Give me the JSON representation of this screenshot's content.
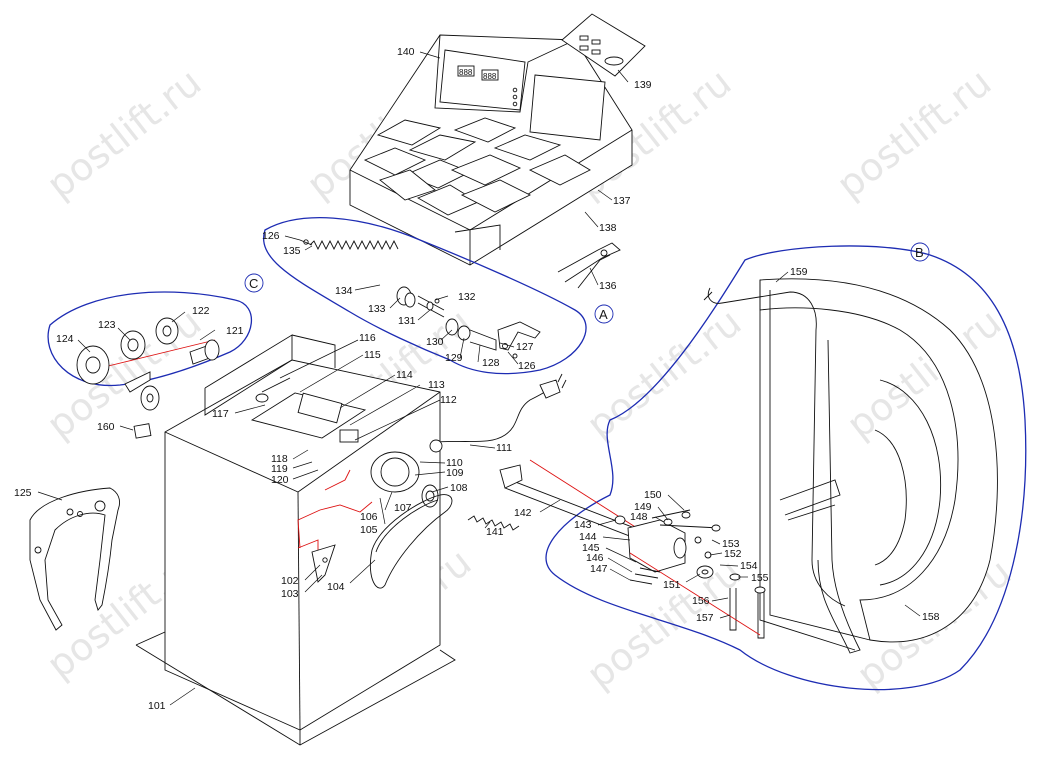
{
  "watermark": "postlift.ru",
  "group_labels": {
    "A": "A",
    "B": "B",
    "C": "C"
  },
  "part_numbers": {
    "p101": "101",
    "p102": "102",
    "p103": "103",
    "p104": "104",
    "p105": "105",
    "p106": "106",
    "p107": "107",
    "p108": "108",
    "p109": "109",
    "p110": "110",
    "p111": "111",
    "p112": "112",
    "p113": "113",
    "p114": "114",
    "p115": "115",
    "p116": "116",
    "p117": "117",
    "p118": "118",
    "p119": "119",
    "p120": "120",
    "p121": "121",
    "p122": "122",
    "p123": "123",
    "p124": "124",
    "p125": "125",
    "p126a": "126",
    "p126b": "126",
    "p127": "127",
    "p128": "128",
    "p129": "129",
    "p130": "130",
    "p131": "131",
    "p132": "132",
    "p133": "133",
    "p134": "134",
    "p135": "135",
    "p136": "136",
    "p137": "137",
    "p138": "138",
    "p139": "139",
    "p140": "140",
    "p141": "141",
    "p142": "142",
    "p143": "143",
    "p144": "144",
    "p145": "145",
    "p146": "146",
    "p147": "147",
    "p148": "148",
    "p149": "149",
    "p150": "150",
    "p151": "151",
    "p152": "152",
    "p153": "153",
    "p154": "154",
    "p155": "155",
    "p156": "156",
    "p157": "157",
    "p158": "158",
    "p159": "159",
    "p160": "160"
  },
  "display_labels": {
    "d1": "888",
    "d2": "888"
  }
}
